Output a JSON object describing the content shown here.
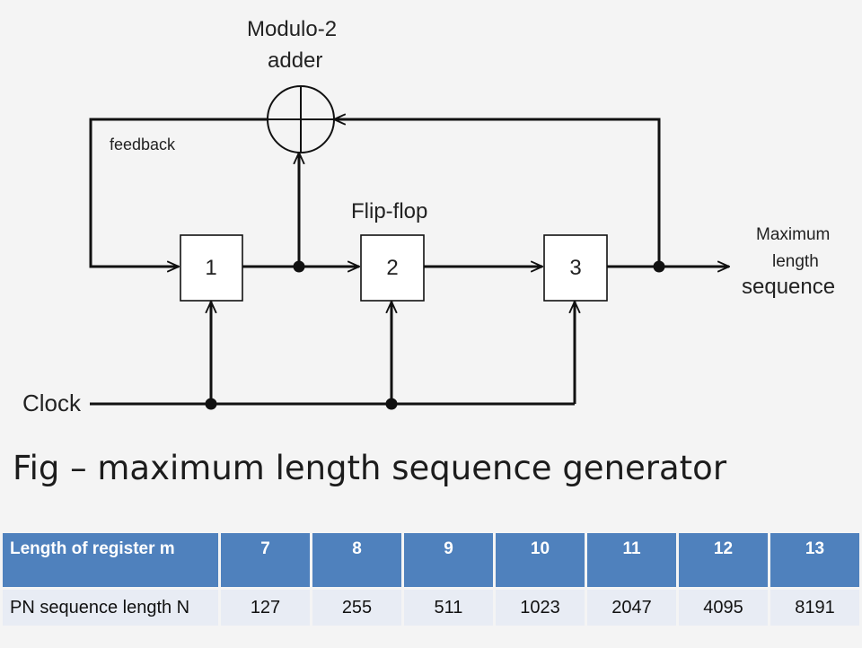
{
  "diagram": {
    "modulo_adder_label_line1": "Modulo-2",
    "modulo_adder_label_line2": "adder",
    "feedback_label": "feedback",
    "flipflop_label": "Flip-flop",
    "output_label_line1": "Maximum",
    "output_label_line2": "length",
    "output_label_line3": "sequence",
    "clock_label": "Clock",
    "stages": [
      "1",
      "2",
      "3"
    ]
  },
  "caption": "Fig – maximum length sequence generator",
  "table": {
    "header_label": "Length of register m",
    "row_label": "PN sequence length N",
    "m_values": [
      "7",
      "8",
      "9",
      "10",
      "11",
      "12",
      "13"
    ],
    "n_values": [
      "127",
      "255",
      "511",
      "1023",
      "2047",
      "4095",
      "8191"
    ]
  },
  "colors": {
    "table_header": "#4f81bd",
    "table_row": "#e8ecf4",
    "line": "#111111"
  }
}
